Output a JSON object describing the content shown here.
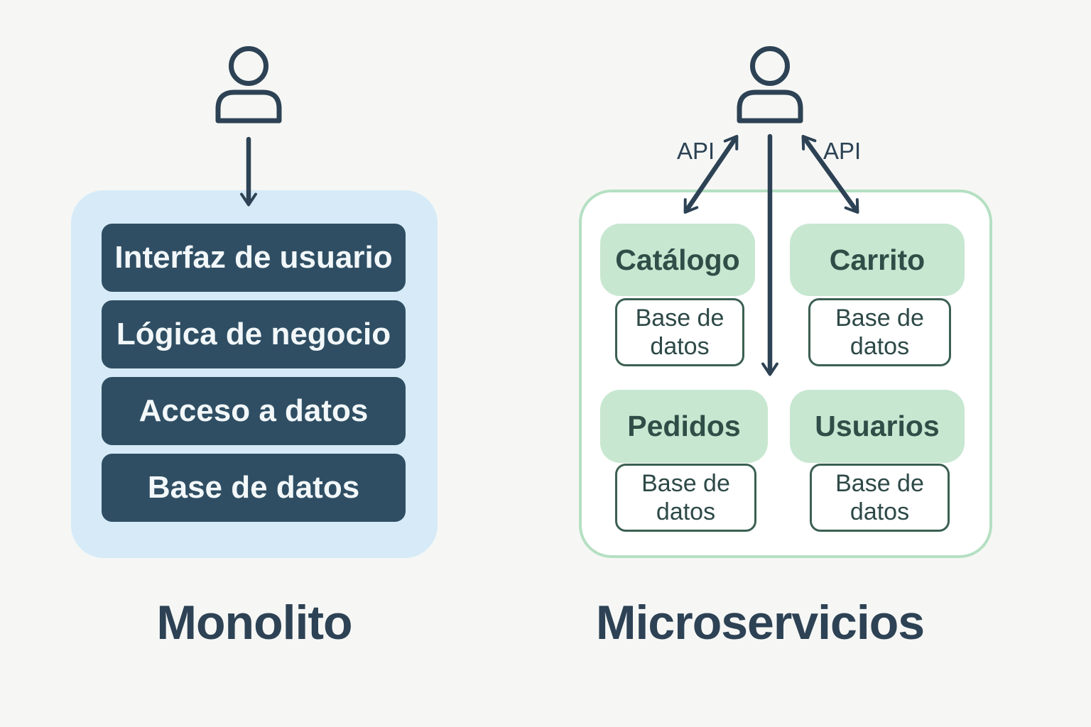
{
  "monolith": {
    "title": "Monolito",
    "layers": [
      {
        "label": "Interfaz de usuario"
      },
      {
        "label": "Lógica de negocio"
      },
      {
        "label": "Acceso a datos"
      },
      {
        "label": "Base de datos"
      }
    ]
  },
  "microservices": {
    "title": "Microservicios",
    "api_labels": {
      "left": "API",
      "right": "API"
    },
    "services": [
      {
        "name": "Catálogo",
        "database": "Base de datos"
      },
      {
        "name": "Carrito",
        "database": "Base de datos"
      },
      {
        "name": "Pedidos",
        "database": "Base de datos"
      },
      {
        "name": "Usuarios",
        "database": "Base de datos"
      }
    ]
  },
  "icons": {
    "user_left": "user-icon",
    "user_right": "user-icon",
    "down_arrow": "down-arrow-icon",
    "flow_arrow": "down-arrow-icon",
    "api_arrow_left": "double-arrow-icon",
    "api_arrow_right": "double-arrow-icon"
  },
  "colors": {
    "background": "#f6f7f5",
    "stroke": "#2d4254",
    "title_text": "#2d4254",
    "monolith_container": "#d6ebf7",
    "monolith_box": "#2f4e63",
    "monolith_box_text": "#f2f7f9",
    "micro_border": "#b5e0c2",
    "micro_box": "#c7e7d1",
    "micro_box_text": "#2f4e47",
    "db_border": "#3b6051",
    "db_text": "#2d4947"
  }
}
